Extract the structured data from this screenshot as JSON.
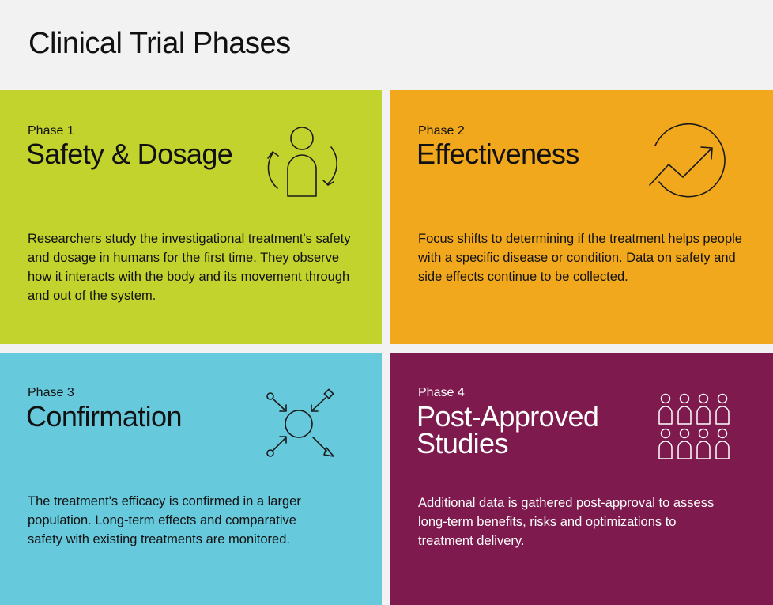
{
  "page": {
    "title": "Clinical Trial Phases"
  },
  "phases": [
    {
      "label": "Phase 1",
      "title": "Safety & Dosage",
      "description": "Researchers study the investigational treatment's safety and dosage in humans for the first time. They observe how it interacts with the body and its movement through and out of the system.",
      "icon": "person-cycle-icon",
      "background": "#c3d32d",
      "text_color": "#111111"
    },
    {
      "label": "Phase 2",
      "title": "Effectiveness",
      "description": "Focus shifts to determining if the treatment helps people with a specific disease or condition. Data on safety and side effects continue to be collected.",
      "icon": "trend-up-icon",
      "background": "#f2a81d",
      "text_color": "#111111"
    },
    {
      "label": "Phase 3",
      "title": "Confirmation",
      "description": "The treatment's efficacy is confirmed in a larger population. Long-term effects and comparative safety with existing treatments are monitored.",
      "icon": "converging-arrows-icon",
      "background": "#66c9dc",
      "text_color": "#111111"
    },
    {
      "label": "Phase 4",
      "title": "Post-Approved Studies",
      "description": "Additional data is gathered post-approval to assess long-term benefits, risks and optimizations to treatment delivery.",
      "icon": "population-grid-icon",
      "background": "#7e1a4e",
      "text_color": "#ffffff"
    }
  ]
}
